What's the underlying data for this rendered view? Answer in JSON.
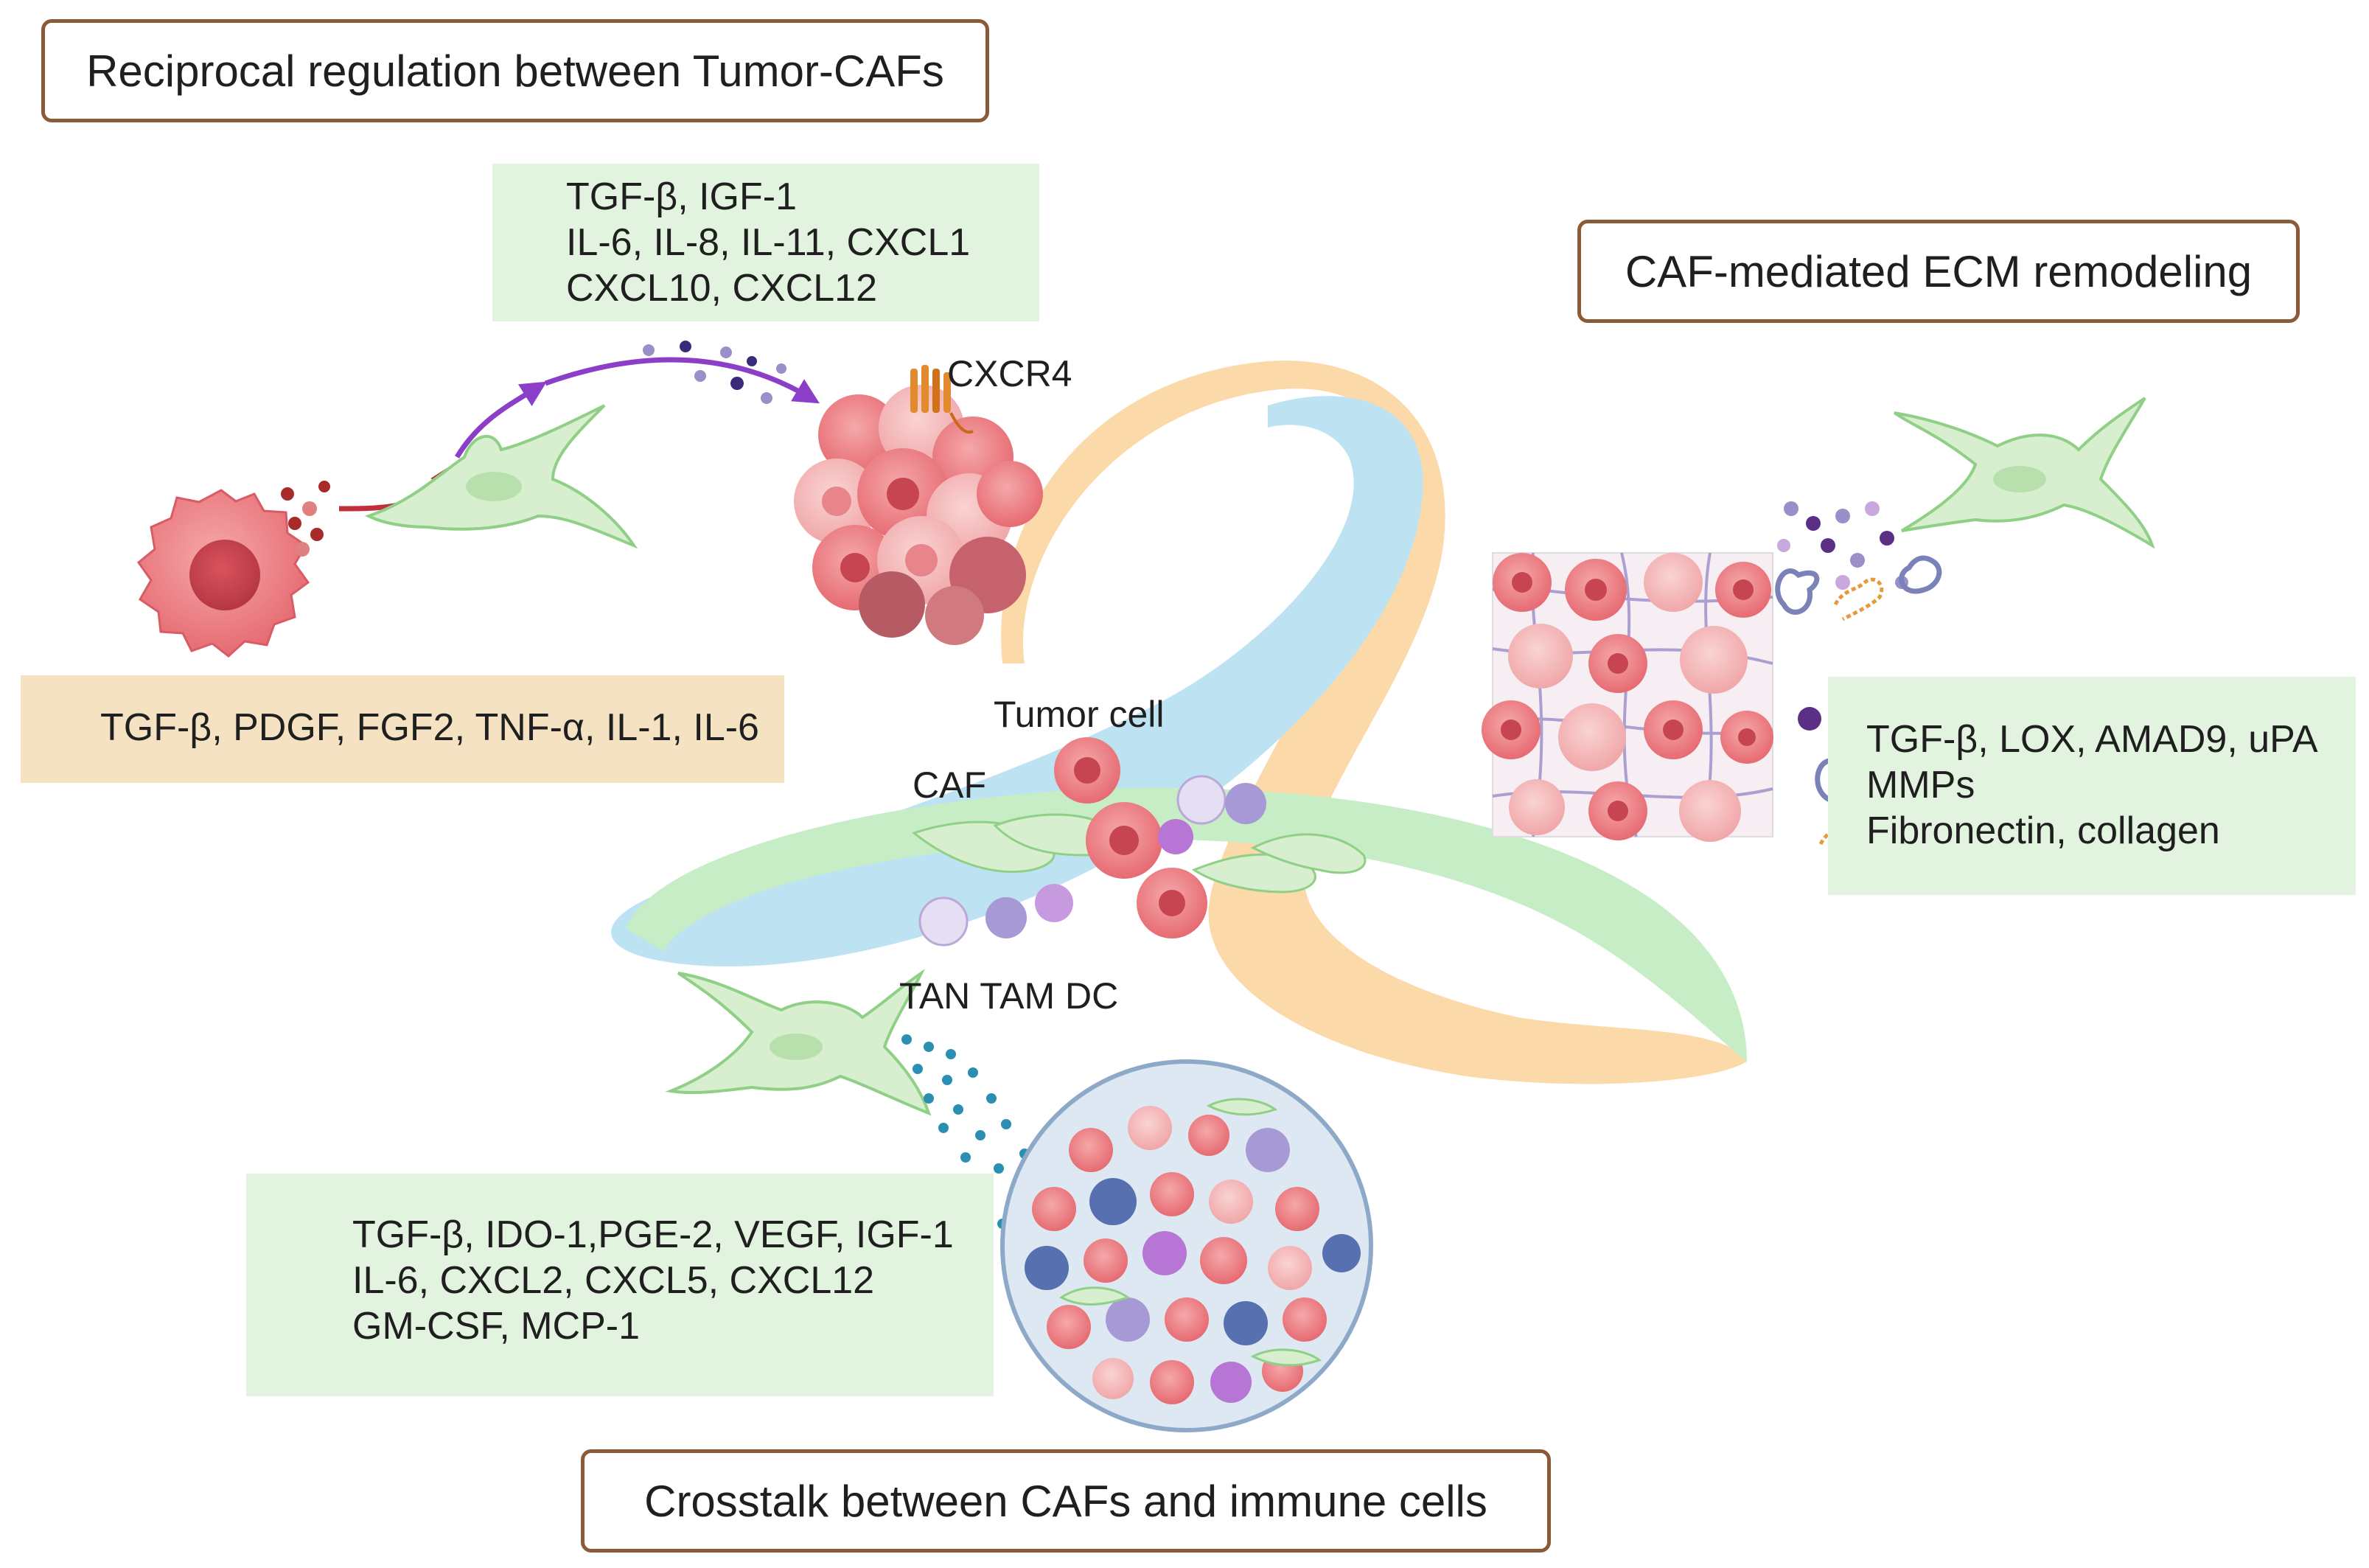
{
  "titles": {
    "reciprocal": "Reciprocal regulation between Tumor-CAFs",
    "ecm": "CAF-mediated ECM remodeling",
    "crosstalk": "Crosstalk between CAFs and immune cells"
  },
  "panels": {
    "caf_to_tumor": [
      "TGF-β, IGF-1",
      "IL-6, IL-8, IL-11, CXCL1",
      "CXCL10, CXCL12"
    ],
    "tumor_to_caf": [
      "TGF-β, PDGF, FGF2, TNF-α, IL-1, IL-6"
    ],
    "ecm_factors": [
      "TGF-β, LOX, AMAD9, uPA",
      "MMPs",
      "Fibronectin, collagen"
    ],
    "immune_factors": [
      "TGF-β, IDO-1,PGE-2,  VEGF, IGF-1",
      "IL-6, CXCL2, CXCL5, CXCL12",
      "GM-CSF, MCP-1"
    ]
  },
  "labels": {
    "receptor": "CXCR4",
    "tumor_cell": "Tumor cell",
    "caf": "CAF",
    "immune": "TAN TAM DC"
  },
  "colors": {
    "border": "#8c5a36",
    "panel_green": "#e2f3df",
    "panel_tan": "#f4e2c3",
    "band_orange": "#fcd9a8",
    "band_blue": "#bde3f2",
    "band_green": "#c6edc6",
    "fibroblast": "#d7efcf",
    "tumor": "#ee7b80",
    "immune_purple": "#c7a5dc",
    "ligand_dark": "#3b2a7a",
    "ligand_red": "#a82a2a",
    "teal_dots": "#2a8fb3"
  },
  "icons": [
    "tumor-cell-icon",
    "fibroblast-icon",
    "tumor-spheroid-icon",
    "receptor-icon",
    "ecm-tissue-icon",
    "immune-tissue-icon",
    "ligand-dots-icon",
    "mmp-icon",
    "fibronectin-icon"
  ]
}
